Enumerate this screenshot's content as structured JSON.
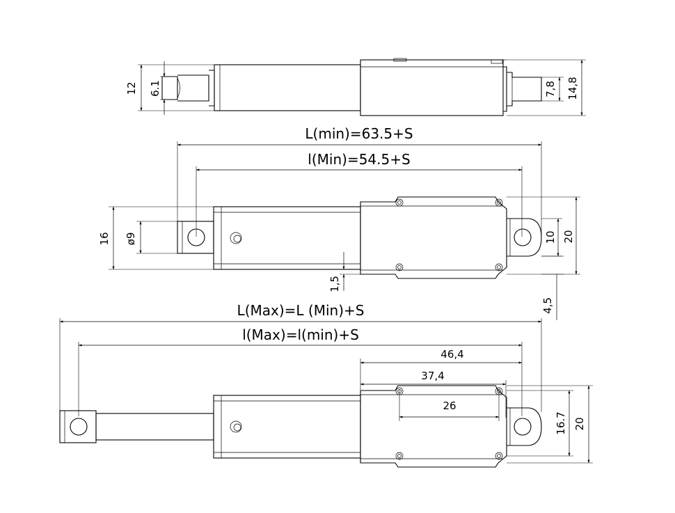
{
  "dimensions": {
    "top_12": "12",
    "top_6_1": "6.1",
    "top_7_8": "7,8",
    "top_14_8": "14,8",
    "L_min": "L(min)=63.5+S",
    "l_min": "l(Min)=54.5+S",
    "mid_16": "16",
    "mid_phi9": "ø9",
    "mid_10": "10",
    "mid_20": "20",
    "mid_1_5": "1,5",
    "mid_4_5": "4,5",
    "L_max": "L(Max)=L (Min)+S",
    "l_max": "l(Max)=l(min)+S",
    "bot_46_4": "46,4",
    "bot_37_4": "37,4",
    "bot_26": "26",
    "bot_16_7": "16.7",
    "bot_20": "20"
  }
}
